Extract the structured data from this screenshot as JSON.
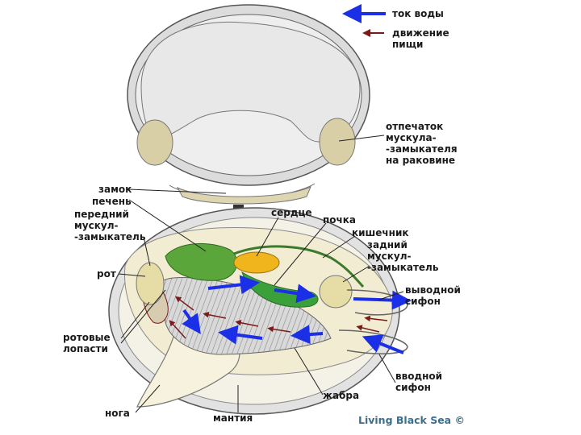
{
  "legend": {
    "water_flow": "ток воды",
    "food_movement": "движение\nпищи"
  },
  "labels": {
    "muscle_scar": "отпечаток\nмускула-\n-замыкателя\nна раковине",
    "hinge": "замок",
    "liver": "печень",
    "anterior_adductor": "передний\nмускул-\n-замыкатель",
    "heart": "сердце",
    "kidney": "почка",
    "intestine": "кишечник",
    "posterior_adductor": "задний\nмускул-\n-замыкатель",
    "mouth": "рот",
    "oral_lobes": "ротовые\nлопасти",
    "exhalant_siphon": "выводной\nсифон",
    "inhalant_siphon": "вводной\nсифон",
    "foot": "нога",
    "gill": "жабра",
    "mantle": "мантия"
  },
  "credit": "Living Black Sea ©",
  "colors": {
    "water_arrow": "#1a2fe6",
    "food_arrow": "#7a1a1a",
    "shell": "#e6e6e6",
    "muscle": "#e0d6a8",
    "liver": "#4f9a35",
    "heart": "#f0b41c",
    "intestine": "#2f8a2f",
    "gill": "#cfcfcf",
    "body": "#f3f0dc"
  }
}
